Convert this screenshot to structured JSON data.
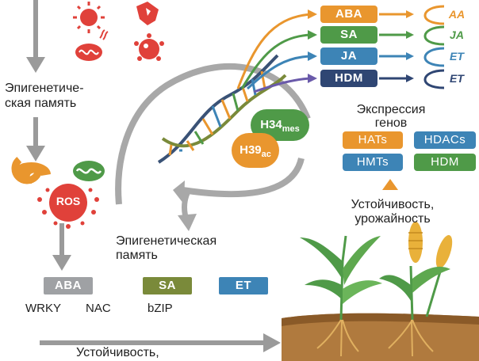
{
  "colors": {
    "orange": "#E9962E",
    "green": "#4F9A48",
    "blue": "#3D84B6",
    "navy": "#2F4673",
    "gray_arrow": "#9A9A9A",
    "red": "#E0413A",
    "olive": "#7A8A3A"
  },
  "left": {
    "memory_label": "Эпигенетиче-\nская память",
    "ros_label": "ROS",
    "stress_icons": [
      "sun-icon",
      "rock-icon",
      "mitochondria-icon",
      "pathogen-icon"
    ],
    "markers": [
      {
        "label": "ABA",
        "color": "#9FA1A4"
      },
      {
        "label": "SA",
        "color": "#7A8A3A"
      },
      {
        "label": "ET",
        "color": "#3D84B6"
      }
    ],
    "tfs": [
      "WRKY",
      "NAC",
      "bZIP"
    ],
    "bottom_text": "Устойчивость,"
  },
  "center": {
    "histone_marks": [
      {
        "label": "H34",
        "sub": "mes",
        "color": "#4F9A48"
      },
      {
        "label": "H39",
        "sub": "ac",
        "color": "#E9962E"
      }
    ],
    "memory_label": "Эпигенетическая\nпамять"
  },
  "pathways": [
    {
      "label": "ABA",
      "color": "#E9962E",
      "outcome": "AA"
    },
    {
      "label": "SA",
      "color": "#4F9A48",
      "outcome": "JA"
    },
    {
      "label": "JA",
      "color": "#3D84B6",
      "outcome": "ET"
    },
    {
      "label": "HDM",
      "color": "#2F4673",
      "outcome": "ET"
    }
  ],
  "expression": {
    "title": "Экспрессия\nгенов",
    "enzymes": [
      {
        "label": "HATs",
        "color": "#E9962E"
      },
      {
        "label": "HDACs",
        "color": "#3D84B6"
      },
      {
        "label": "HMTs",
        "color": "#3D84B6"
      },
      {
        "label": "HDM",
        "color": "#4F9A48"
      }
    ]
  },
  "outcome_label": "Устойчивость,\nурожайность"
}
